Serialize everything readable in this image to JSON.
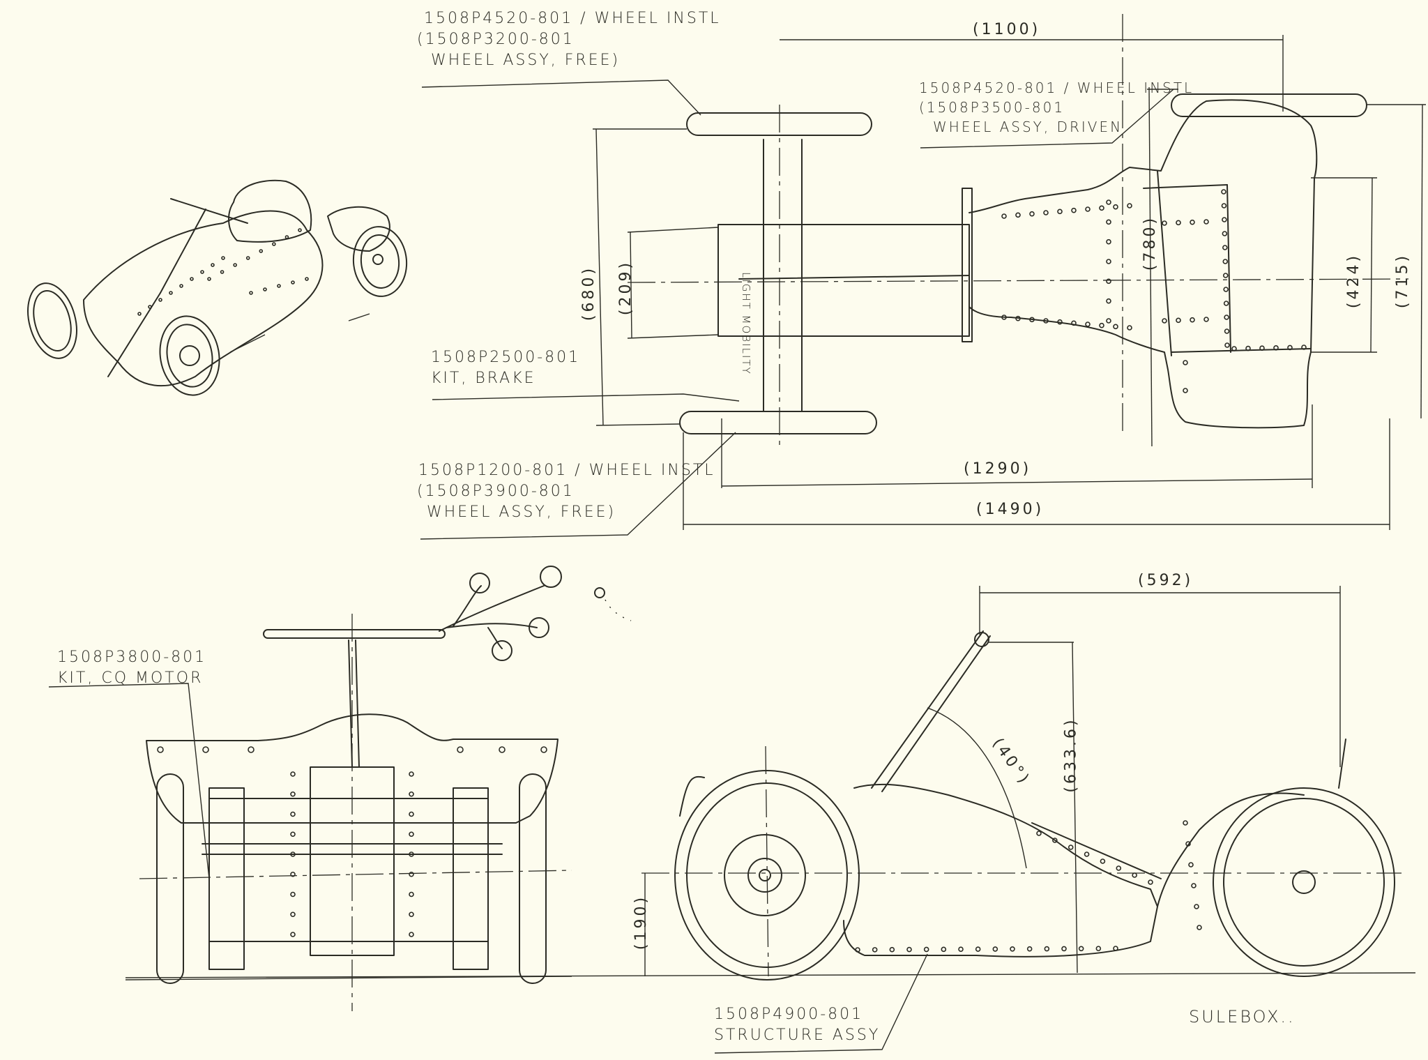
{
  "sheet": {
    "signature": "SULEBOX..",
    "body_stamp": "LIGHT MOBILITY",
    "ink_color": "#2b2b24",
    "paper_color": "#fdfcee"
  },
  "callouts": {
    "front_wheel_top": {
      "line1": "1508P4520-801 / WHEEL INSTL",
      "line2": "(1508P3200-801",
      "line3": "WHEEL ASSY, FREE)"
    },
    "rear_wheel_top": {
      "line1": "1508P4520-801 / WHEEL INSTL",
      "line2": "(1508P3500-801",
      "line3": "WHEEL ASSY, DRIVEN"
    },
    "brake": {
      "line1": "1508P2500-801",
      "line2": "KIT, BRAKE"
    },
    "front_wheel_bottom": {
      "line1": "1508P1200-801 / WHEEL INSTL",
      "line2": "(1508P3900-801",
      "line3": "WHEEL ASSY, FREE)"
    },
    "motor": {
      "line1": "1508P3800-801",
      "line2": "KIT, CQ MOTOR"
    },
    "structure": {
      "line1": "1508P4900-801",
      "line2": "STRUCTURE ASSY"
    }
  },
  "dimensions": {
    "wheelbase_top": "(1100)",
    "track_front": "(680)",
    "seat_width": "(209)",
    "body_width": "(780)",
    "rear_inner": "(424)",
    "rear_outer": "(715)",
    "length_body": "(1290)",
    "length_overall": "(1490)",
    "steer_offset": "(592)",
    "steer_height": "(633.6)",
    "steer_angle": "(40°)",
    "axle_height": "(190)"
  }
}
